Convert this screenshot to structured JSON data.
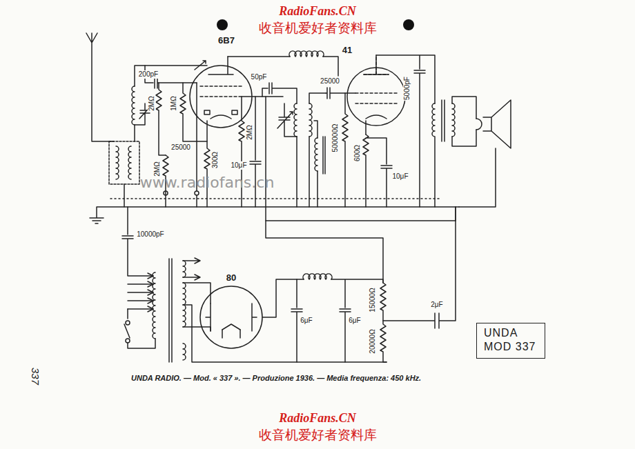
{
  "diagram": {
    "caption": "UNDA RADIO. — Mod. « 337 ». — Produzione 1936. — Media frequenza: 450 kHz.",
    "nodes": [
      {
        "text": [
          "UNDA",
          "MOD 337"
        ]
      }
    ],
    "labels": [
      "RadioFans.CN",
      "收音机爱好者资料库",
      "6B7",
      "200pF",
      "2MΩ",
      "1MΩ",
      "25000",
      "2MΩ",
      "300Ω",
      "2MΩ",
      "50pF",
      "10μF",
      "www.radiofans.cn",
      "25000",
      "41",
      "5000pF",
      "500000Ω",
      "600Ω",
      "10μF",
      "10000pF",
      "80",
      "6μF",
      "6μF",
      "15000Ω",
      "20000Ω",
      "2μF",
      "337",
      "RadioFans.CN",
      "收音机爱好者资料库"
    ]
  }
}
